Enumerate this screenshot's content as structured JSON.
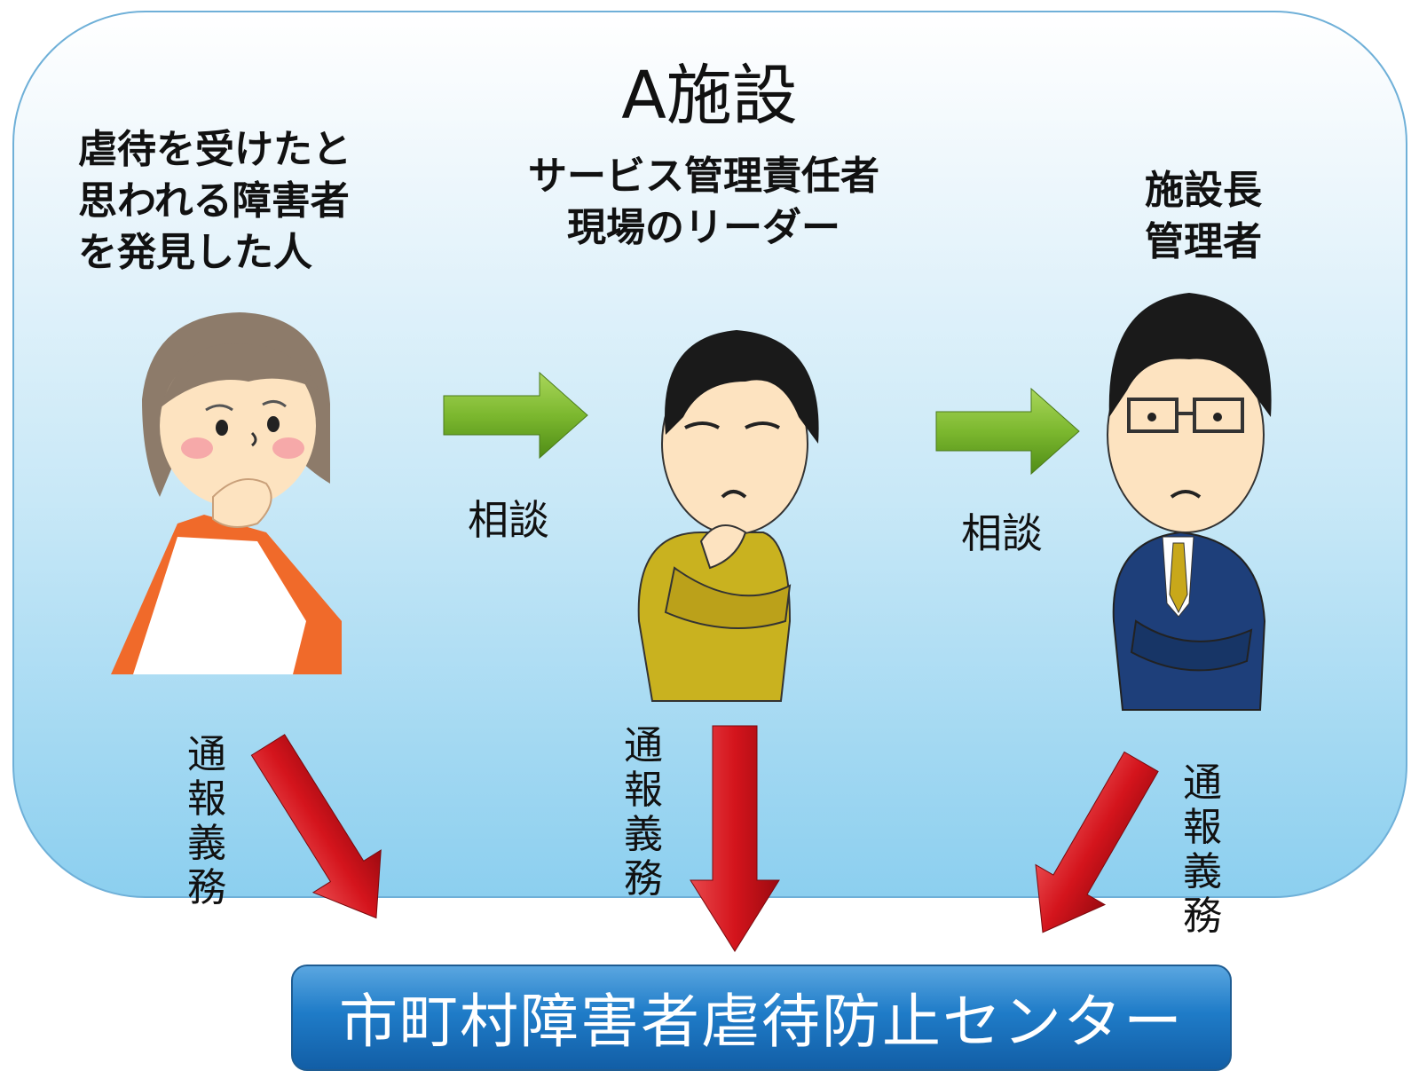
{
  "facility": {
    "title": "A施設"
  },
  "roles": {
    "finder": [
      "虐待を受けたと",
      "思われる障害者",
      "を発見した人"
    ],
    "manager": [
      "サービス管理責任者",
      "現場のリーダー"
    ],
    "director": [
      "施設長",
      "管理者"
    ]
  },
  "flow": {
    "consult_1": "相談",
    "consult_2": "相談"
  },
  "duty": {
    "left": [
      "通",
      "報",
      "義",
      "務"
    ],
    "middle": [
      "通",
      "報",
      "義",
      "務"
    ],
    "right": [
      "通",
      "報",
      "義",
      "務"
    ]
  },
  "center": {
    "label": "市町村障害者虐待防止センター"
  },
  "colors": {
    "consult_arrow": "#7cb82f",
    "duty_arrow": "#d4141c",
    "center_box": "#1f7cc8"
  },
  "icons": [
    "worried-woman-icon",
    "thinking-leader-icon",
    "troubled-director-icon"
  ]
}
